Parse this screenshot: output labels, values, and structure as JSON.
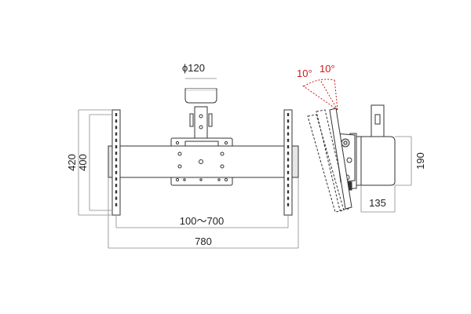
{
  "dimensions": {
    "pipe_diameter": "ϕ120",
    "height_outer": "420",
    "height_inner": "400",
    "width_range": "100～700",
    "width_total": "780",
    "side_height": "190",
    "side_depth": "135"
  },
  "tilt": {
    "angle_1": "10°",
    "angle_2": "10°"
  },
  "colors": {
    "line": "#333333",
    "dimension": "#888888",
    "accent": "#cc1a1a",
    "fill_light": "#e6e6e6",
    "fill_white": "#ffffff"
  }
}
